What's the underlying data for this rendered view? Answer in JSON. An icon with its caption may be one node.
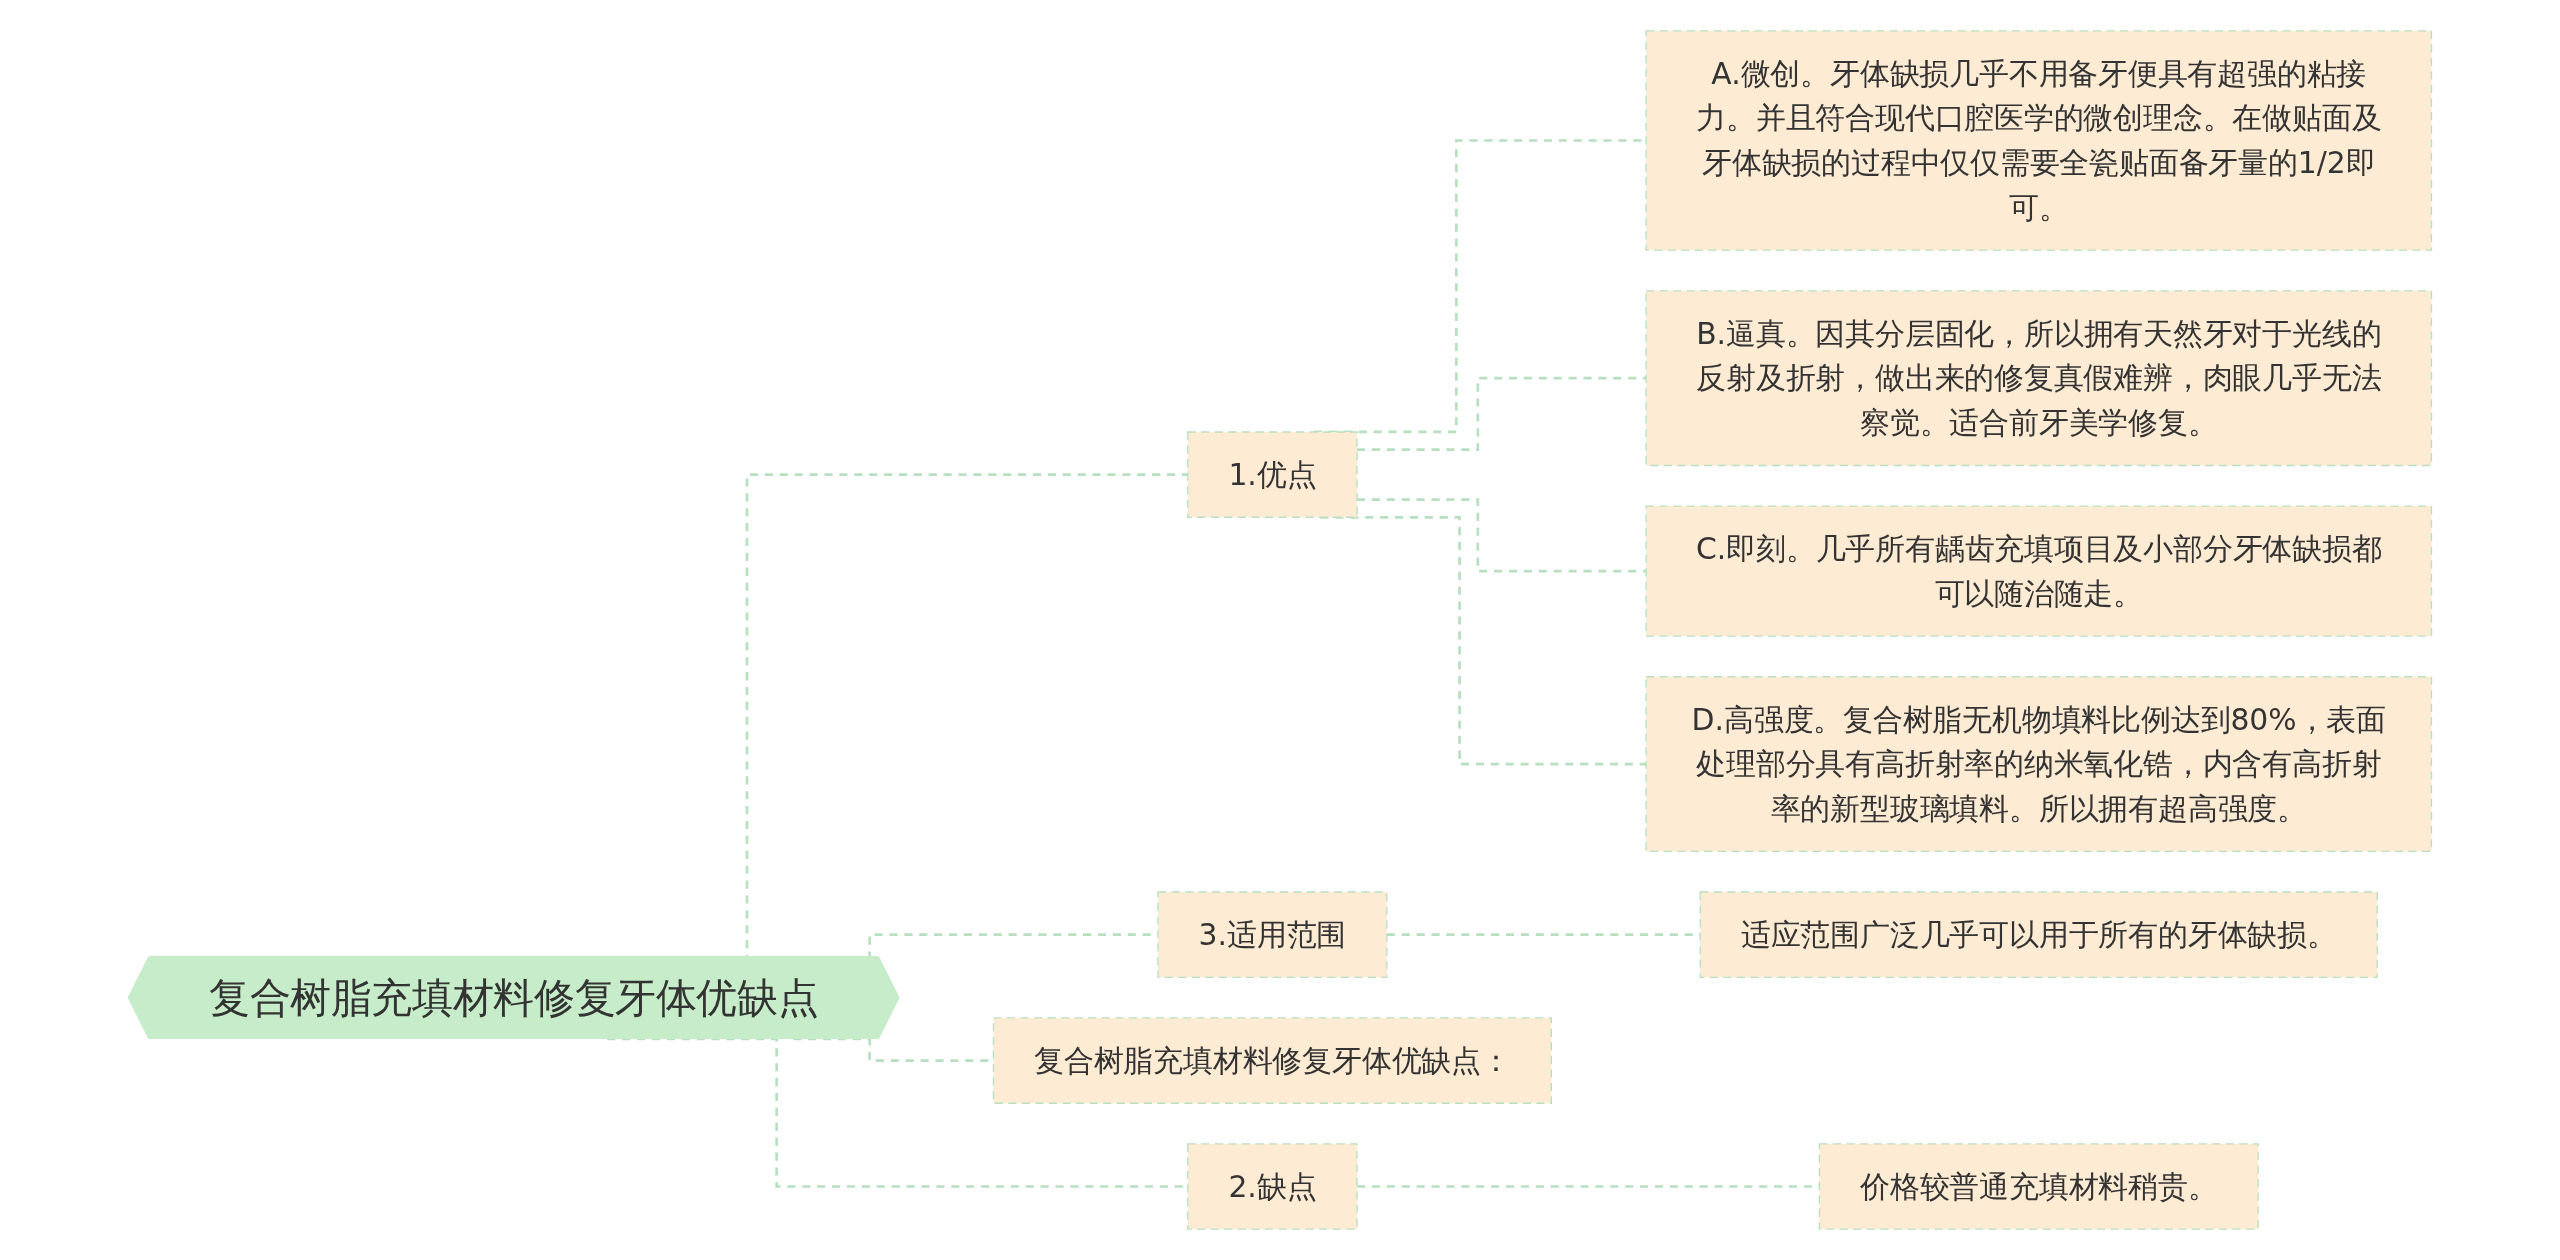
{
  "diagram": {
    "nodes": [
      {
        "text": [
          "复合树脂充填材料修复牙体优缺点"
        ]
      },
      {
        "text": [
          "1.优点"
        ]
      },
      {
        "text": [
          "A.微创。牙体缺损几乎不用备牙便具有超强的粘接力。并且符合现代口腔医学的微创理念。在做贴面及牙体缺损的过程中仅仅需要全瓷贴面备牙量的1/2即可。"
        ]
      },
      {
        "text": [
          "B.逼真。因其分层固化，所以拥有天然牙对于光线的反射及折射，做出来的修复真假难辨，肉眼几乎无法察觉。适合前牙美学修复。"
        ]
      },
      {
        "text": [
          "C.即刻。几乎所有龋齿充填项目及小部分牙体缺损都可以随治随走。"
        ]
      },
      {
        "text": [
          "D.高强度。复合树脂无机物填料比例达到80%，表面处理部分具有高折射率的纳米氧化锆，内含有高折射率的新型玻璃填料。所以拥有超高强度。"
        ]
      },
      {
        "text": [
          "3.适用范围"
        ]
      },
      {
        "text": [
          "适应范围广泛几乎可以用于所有的牙体缺损。"
        ]
      },
      {
        "text": [
          "复合树脂充填材料修复牙体优缺点："
        ]
      },
      {
        "text": [
          "2.缺点"
        ]
      },
      {
        "text": [
          "价格较普通充填材料稍贵。"
        ]
      }
    ],
    "edges": [
      {
        "from": 0,
        "to": 1,
        "arrow": "none",
        "style": "dashed"
      },
      {
        "from": 1,
        "to": 2,
        "arrow": "none",
        "style": "dashed"
      },
      {
        "from": 1,
        "to": 3,
        "arrow": "none",
        "style": "dashed"
      },
      {
        "from": 1,
        "to": 4,
        "arrow": "none",
        "style": "dashed"
      },
      {
        "from": 1,
        "to": 5,
        "arrow": "none",
        "style": "dashed"
      },
      {
        "from": 0,
        "to": 6,
        "arrow": "none",
        "style": "dashed"
      },
      {
        "from": 6,
        "to": 7,
        "arrow": "none",
        "style": "dashed"
      },
      {
        "from": 0,
        "to": 8,
        "arrow": "none",
        "style": "dashed"
      },
      {
        "from": 0,
        "to": 9,
        "arrow": "none",
        "style": "dashed"
      },
      {
        "from": 9,
        "to": 10,
        "arrow": "none",
        "style": "dashed"
      }
    ]
  }
}
